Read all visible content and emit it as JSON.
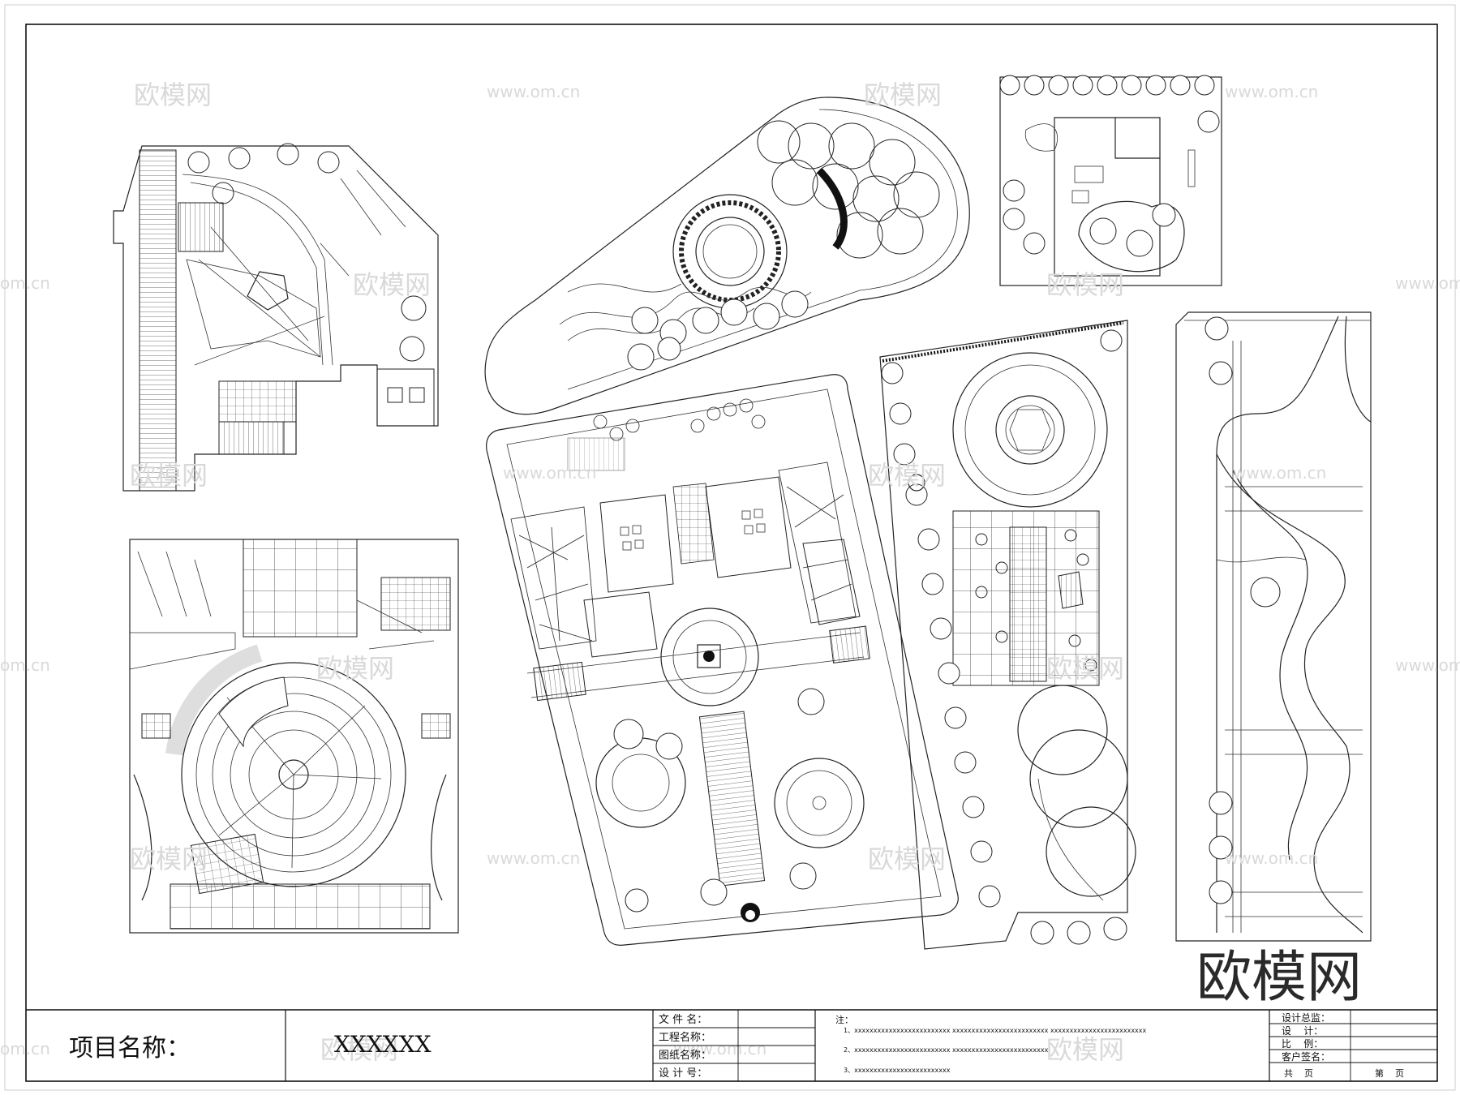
{
  "watermarks": {
    "brand": "欧模网",
    "url": "www.om.cn",
    "url_left": "om.cn",
    "big_logo": "欧模网"
  },
  "title_block": {
    "project_label": "项目名称：",
    "project_value": "XXXXXX",
    "file_fields": [
      "文 件 名：",
      "工程名称：",
      "图纸名称：",
      "设 计 号："
    ],
    "notes_label": "注：",
    "notes": [
      "1、xxxxxxxxxxxxxxxxxxxxxxxxx   xxxxxxxxxxxxxxxxxxxxxxxxx   xxxxxxxxxxxxxxxxxxxxxxxxx",
      "2、xxxxxxxxxxxxxxxxxxxxxxxxx   xxxxxxxxxxxxxxxxxxxxxxxxx",
      "3、xxxxxxxxxxxxxxxxxxxxxxxxx"
    ],
    "sign_fields": [
      "设计总监：",
      "设    计：",
      "比    例：",
      "客户签名："
    ],
    "page_total": "共    页",
    "page_no": "第    页"
  },
  "colors": {
    "line": "#222222",
    "watermark": "#d9d9d9",
    "background": "#ffffff"
  }
}
